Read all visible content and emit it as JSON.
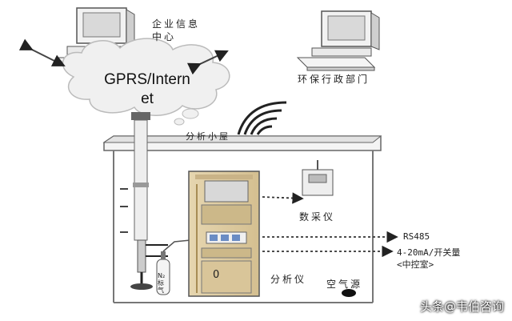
{
  "nodes": {
    "enterprise_center": {
      "line1": "企业信息",
      "line2": "中心"
    },
    "env_department": {
      "label": "环保行政部门"
    },
    "network": {
      "line1": "GPRS/Intern",
      "line2": "et"
    },
    "shelter": {
      "label": "分析小屋"
    },
    "data_collector": {
      "label": "数采仪"
    },
    "analyzer": {
      "label": "分析仪",
      "cabinet_mark": "0"
    },
    "air_source": {
      "label": "空气源"
    },
    "n2_cylinder": {
      "label": "N₂标气"
    }
  },
  "outputs": {
    "rs485": "RS485",
    "analog": "4-20mA/开关量",
    "control_room": "<中控室>"
  },
  "watermark": "头条@韦伯咨询"
}
